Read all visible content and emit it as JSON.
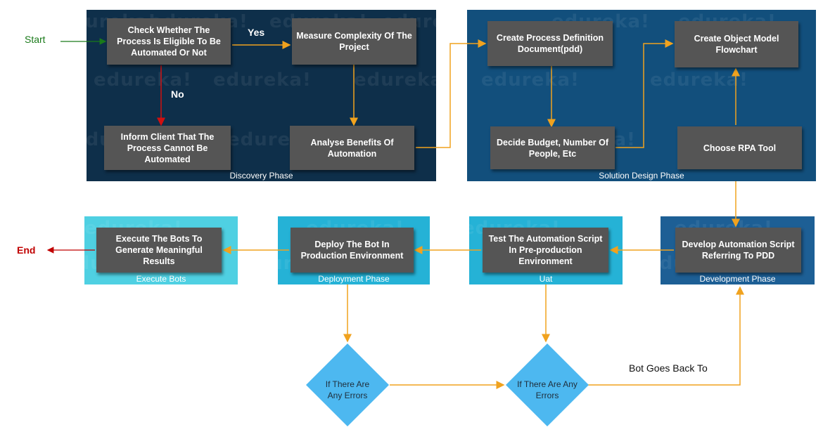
{
  "terminals": {
    "start": "Start",
    "end": "End"
  },
  "branch_labels": {
    "yes": "Yes",
    "no": "No"
  },
  "phases": {
    "discovery": "Discovery Phase",
    "solution_design": "Solution Design Phase",
    "execute": "Execute Bots",
    "deployment": "Deployment Phase",
    "uat": "Uat",
    "development": "Development Phase"
  },
  "watermark": "edureka!",
  "steps": {
    "check": "Check Whether The Process Is Eligible To Be Automated Or Not",
    "measure": "Measure Complexity Of The Project",
    "inform": "Inform Client That The Process Cannot Be Automated",
    "analyse": "Analyse Benefits Of Automation",
    "pdd": "Create Process Definition Document(pdd)",
    "object_model": "Create Object Model Flowchart",
    "budget": "Decide Budget, Number Of People, Etc",
    "rpa_tool": "Choose RPA Tool",
    "execute": "Execute The Bots To Generate Meaningful Results",
    "deploy": "Deploy The Bot In Production Environment",
    "test": "Test The Automation Script In Pre-production Environment",
    "develop": "Develop Automation Script Referring To PDD"
  },
  "decisions": {
    "errors_left": "If There Are Any Errors",
    "errors_right": "If There Are Any Errors"
  },
  "loop_label": "Bot Goes Back To",
  "colors": {
    "start": "#1a7a1a",
    "end": "#c00000",
    "arrow": "#f0a21e",
    "no_arrow": "#d01010",
    "box": "#555555",
    "diamond": "#4db8f0"
  }
}
